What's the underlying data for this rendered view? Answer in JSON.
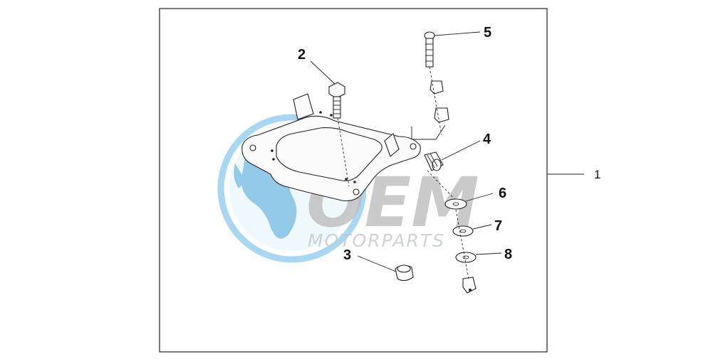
{
  "diagram": {
    "callouts": [
      {
        "id": "1",
        "label": "1"
      },
      {
        "id": "2",
        "label": "2"
      },
      {
        "id": "3",
        "label": "3"
      },
      {
        "id": "4",
        "label": "4"
      },
      {
        "id": "5",
        "label": "5"
      },
      {
        "id": "6",
        "label": "6"
      },
      {
        "id": "7",
        "label": "7"
      },
      {
        "id": "8",
        "label": "8"
      }
    ]
  },
  "watermark": {
    "brand": "OEM",
    "subtitle": "MOTORPARTS",
    "globe_color": "#6fb8e2",
    "text_color": "#bdbdbd"
  }
}
